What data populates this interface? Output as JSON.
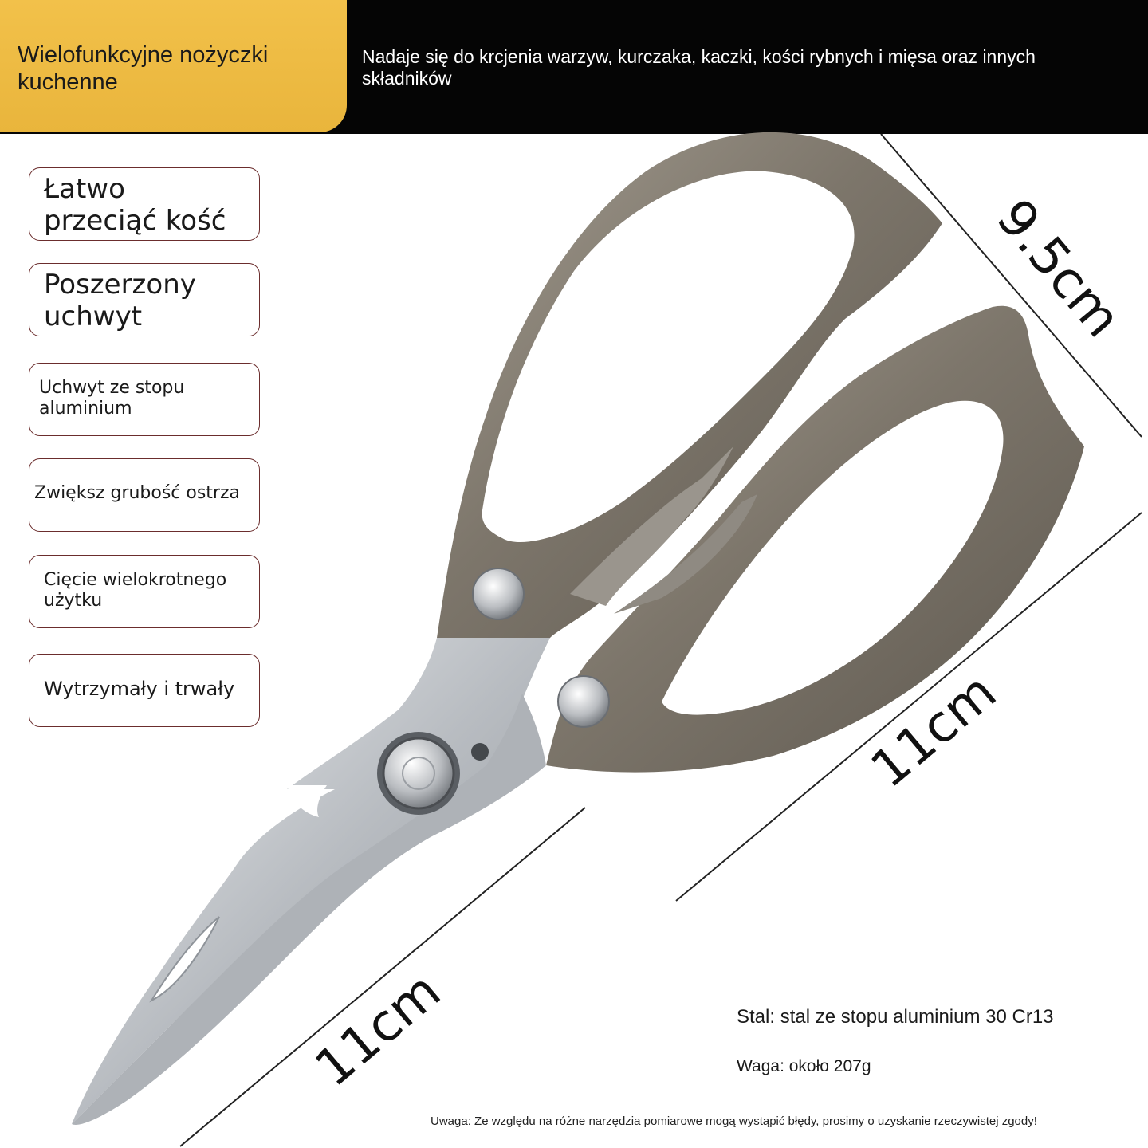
{
  "header": {
    "title": "Wielofunkcyjne nożyczki kuchenne",
    "description": "Nadaje się do krcjenia warzyw, kurczaka, kaczki, kości rybnych i mięsa oraz innych składników"
  },
  "features": [
    "Łatwo przeciąć kość",
    "Poszerzony uchwyt",
    "Uchwyt ze stopu aluminium",
    "Zwiększ grubość ostrza",
    "Cięcie wielokrotnego użytku",
    "Wytrzymały i trwały"
  ],
  "dimensions": {
    "handle_width": "9.5cm",
    "handle_length": "11cm",
    "blade_length": "11cm"
  },
  "specs": {
    "steel": "Stal: stal ze stopu aluminium 30 Cr13",
    "weight": "Waga: około 207g"
  },
  "note": "Uwaga: Ze względu na różne narzędzia pomiarowe mogą wystąpić błędy, prosimy o uzyskanie rzeczywistej zgody!",
  "colors": {
    "title_bg": "#f2c14a",
    "header_bg": "#050505",
    "feature_border": "#6b2d2d",
    "handle": "#8a8378",
    "blade": "#c9ccd0"
  }
}
